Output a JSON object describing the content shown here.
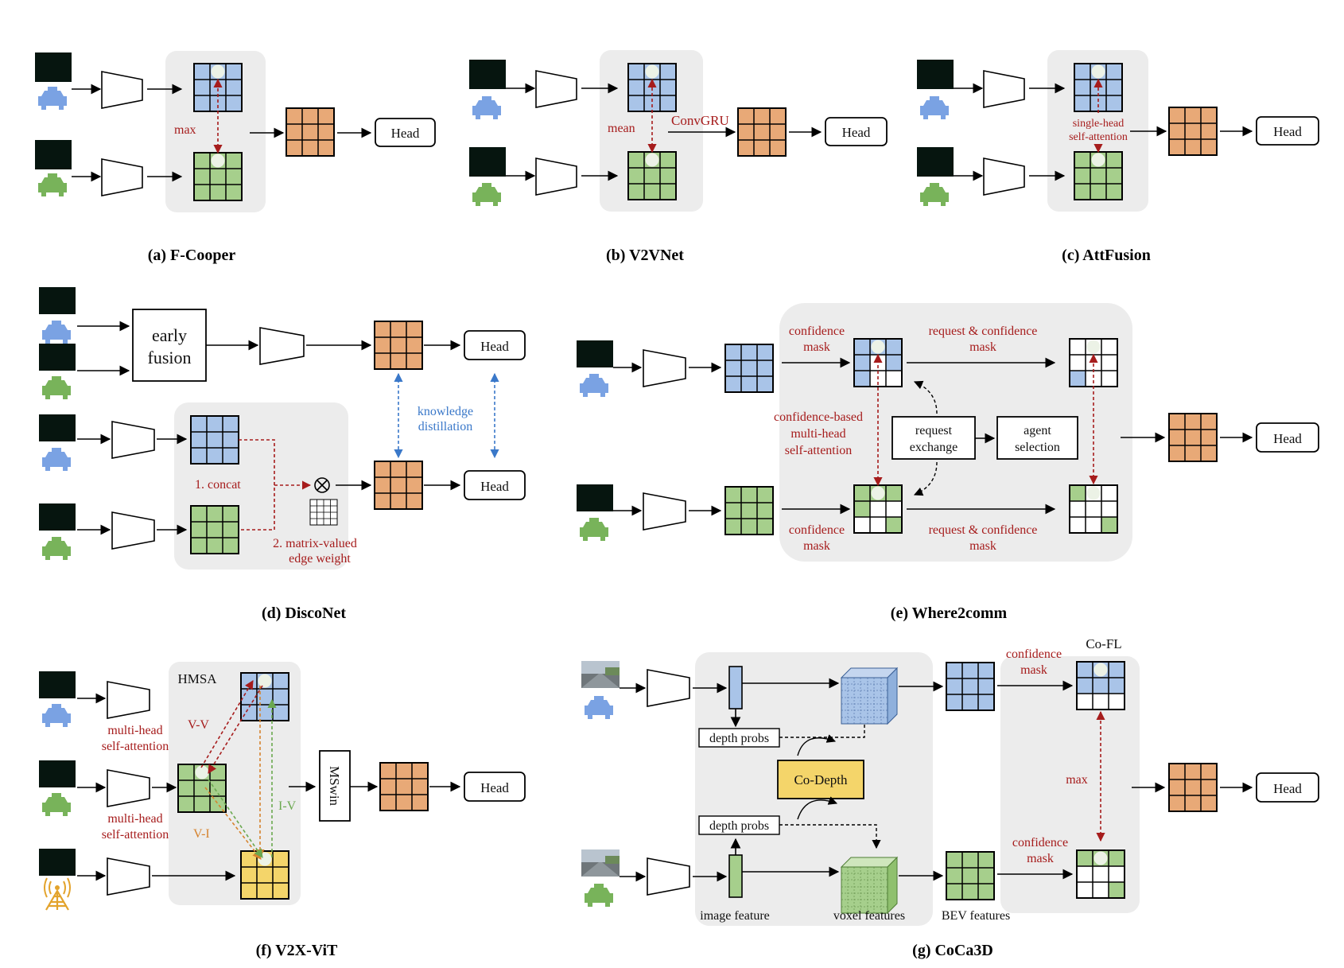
{
  "palette": {
    "vehicle_blue": "#7aa2e3",
    "vehicle_green": "#78b35a",
    "grid_blue": "#a9c4e8",
    "grid_green": "#a6cf8c",
    "grid_orange": "#e8a977",
    "grid_yellow": "#f4d56a",
    "panel_gray": "#ececec",
    "annotation_red": "#a61c1c",
    "annotation_blue": "#3a78c9",
    "infra_orange": "#e3a32c"
  },
  "icons": [
    "lidar-pointcloud-icon",
    "car-icon",
    "encoder-trapezoid-icon",
    "feature-grid-icon",
    "cell-tower-icon",
    "camera-image-icon",
    "voxel-cube-icon",
    "otimes-icon"
  ],
  "common": {
    "head": "Head"
  },
  "a": {
    "caption": "(a) F-Cooper",
    "op": "max"
  },
  "b": {
    "caption": "(b) V2VNet",
    "op": "mean",
    "gru": "ConvGRU"
  },
  "c": {
    "caption": "(c) AttFusion",
    "op1": "single-head",
    "op2": "self-attention"
  },
  "d": {
    "caption": "(d) DiscoNet",
    "early1": "early",
    "early2": "fusion",
    "concat": "1. concat",
    "mv1": "2. matrix-valued",
    "mv2": "edge weight",
    "kd1": "knowledge",
    "kd2": "distillation"
  },
  "e": {
    "caption": "(e) Where2comm",
    "conf1": "confidence",
    "conf2": "mask",
    "req1": "request & confidence",
    "req2": "mask",
    "cb1": "confidence-based",
    "cb2": "multi-head",
    "cb3": "self-attention",
    "rx1": "request",
    "rx2": "exchange",
    "as1": "agent",
    "as2": "selection"
  },
  "f": {
    "caption": "(f) V2X-ViT",
    "hmsa": "HMSA",
    "mh1": "multi-head",
    "mh2": "self-attention",
    "vv": "V-V",
    "vi": "V-I",
    "iv": "I-V",
    "mswin": "MSwin"
  },
  "g": {
    "caption": "(g) CoCa3D",
    "depth": "depth probs",
    "codepth": "Co-Depth",
    "cofl": "Co-FL",
    "conf1": "confidence",
    "conf2": "mask",
    "max": "max",
    "imgfeat": "image feature",
    "voxfeat": "voxel features",
    "bev": "BEV features"
  }
}
